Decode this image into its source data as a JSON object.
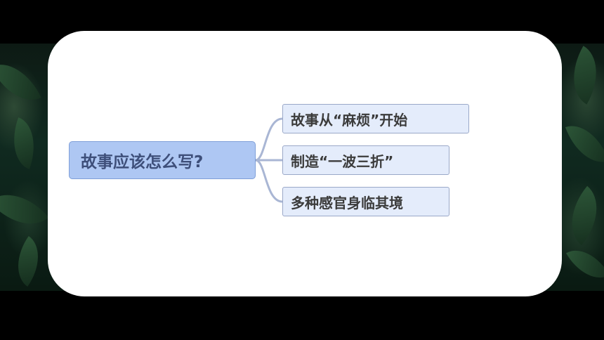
{
  "mindmap": {
    "root": "故事应该怎么写?",
    "branches": [
      "故事从“麻烦”开始",
      "制造“一波三折”",
      "多种感官身临其境"
    ]
  },
  "colors": {
    "root_fill": "#aec7f3",
    "branch_fill": "#e4ecfb",
    "connector": "#a9b6d4",
    "card": "#ffffff",
    "background": "#000000"
  }
}
